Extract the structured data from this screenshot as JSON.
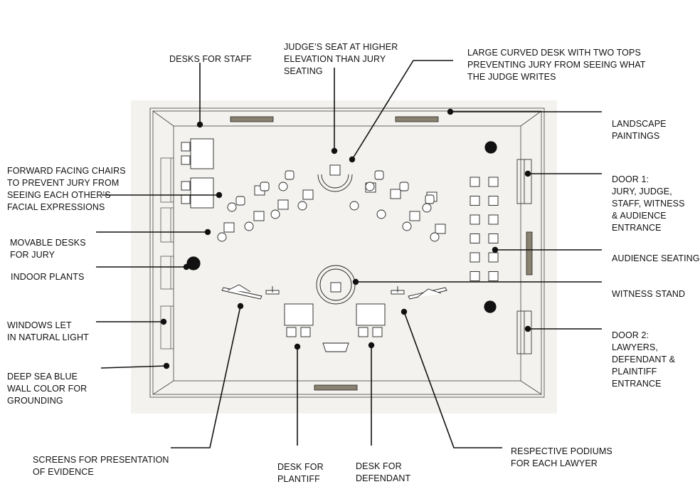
{
  "labels": {
    "desks_staff": [
      "DESKS FOR STAFF"
    ],
    "judge_seat": [
      "JUDGE’S SEAT AT HIGHER",
      "ELEVATION THAN JURY",
      "SEATING"
    ],
    "curved_desk": [
      "LARGE CURVED DESK WITH TWO TOPS",
      "PREVENTING JURY FROM SEEING WHAT",
      "THE JUDGE WRITES"
    ],
    "landscape": [
      "LANDSCAPE",
      "PAINTINGS"
    ],
    "forward_chairs": [
      "FORWARD FACING CHAIRS",
      "TO PREVENT JURY FROM",
      "SEEING EACH OTHER’S",
      "FACIAL EXPRESSIONS"
    ],
    "door1": [
      "DOOR 1:",
      "JURY, JUDGE,",
      "STAFF, WITNESS",
      "& AUDIENCE",
      "ENTRANCE"
    ],
    "movable_desks": [
      "MOVABLE DESKS",
      "FOR JURY"
    ],
    "audience": [
      "AUDIENCE SEATING"
    ],
    "plants": [
      "INDOOR PLANTS"
    ],
    "witness": [
      "WITNESS STAND"
    ],
    "windows": [
      "WINDOWS LET",
      "IN NATURAL LIGHT"
    ],
    "door2": [
      "DOOR 2:",
      "LAWYERS,",
      "DEFENDANT &",
      "PLAINTIFF",
      "ENTRANCE"
    ],
    "wall_color": [
      "DEEP SEA BLUE",
      "WALL COLOR FOR",
      "GROUNDING"
    ],
    "screens": [
      "SCREENS FOR PRESENTATION",
      "OF EVIDENCE"
    ],
    "desk_plaintiff": [
      "DESK FOR",
      "PLANTIFF"
    ],
    "desk_defendant": [
      "DESK FOR",
      "DEFENDANT"
    ],
    "podiums": [
      "RESPECTIVE PODIUMS",
      "FOR EACH LAWYER"
    ]
  },
  "colors": {
    "floor": "#f3f2ee",
    "line": "#111111",
    "painting": "#8a8270"
  }
}
